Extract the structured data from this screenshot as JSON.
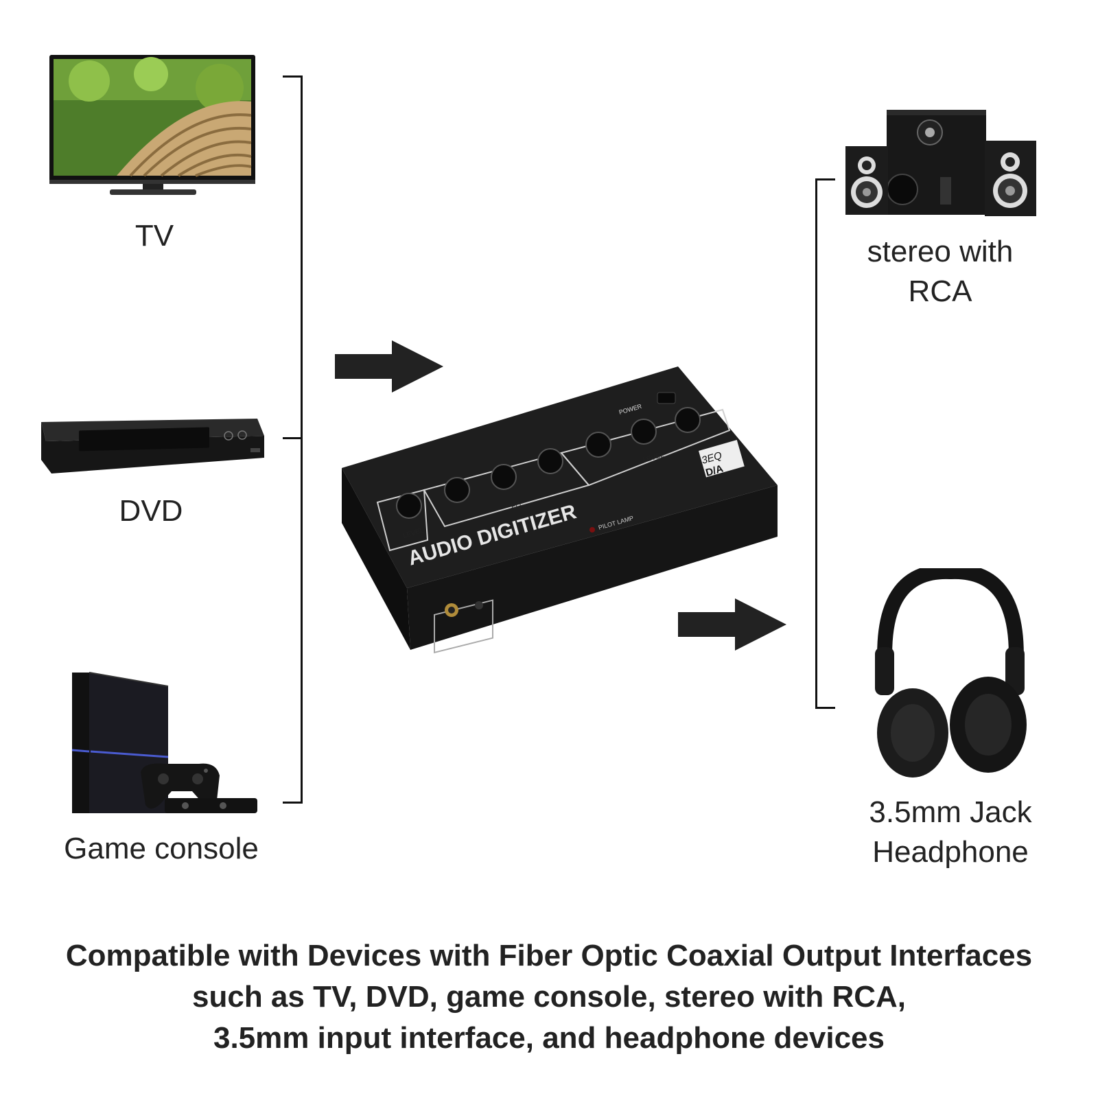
{
  "sources": {
    "tv": {
      "label": "TV"
    },
    "dvd": {
      "label": "DVD"
    },
    "console": {
      "label": "Game console"
    }
  },
  "outputs": {
    "stereo": {
      "label_line1": "stereo with",
      "label_line2": "RCA"
    },
    "headphone": {
      "label_line1": "3.5mm Jack",
      "label_line2": "Headphone"
    }
  },
  "device": {
    "name": "AUDIO DIGITIZER",
    "badge_top": "3EQ",
    "badge_bottom": "D/A",
    "power": "POWER",
    "pilot": "PILOT LAMP",
    "level_left": "LEVEL",
    "eq": "EQ",
    "level_right": "LEVEL"
  },
  "caption": {
    "line1": "Compatible with Devices with Fiber Optic Coaxial Output Interfaces",
    "line2": "such as TV, DVD, game console, stereo with RCA,",
    "line3": "3.5mm input interface, and headphone devices"
  },
  "colors": {
    "arrow": "#222222",
    "device_body": "#1c1c1c",
    "text": "#222222"
  }
}
